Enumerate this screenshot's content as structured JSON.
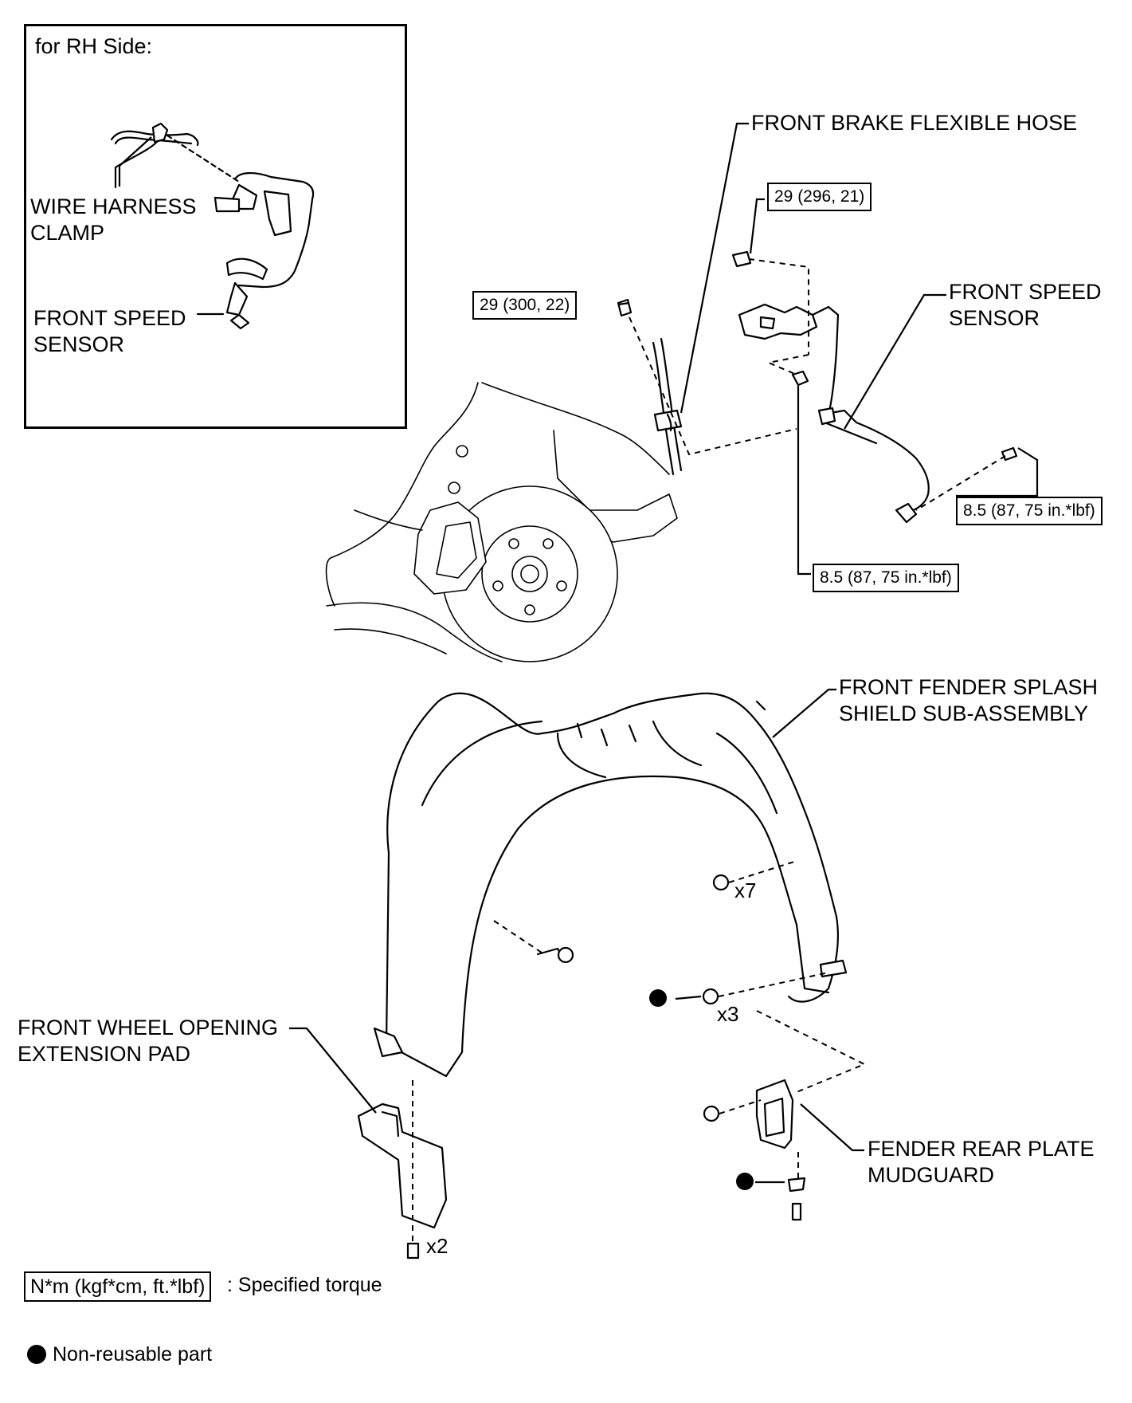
{
  "inset": {
    "title": "for RH Side:",
    "wire_harness_clamp": "WIRE HARNESS\nCLAMP",
    "front_speed_sensor": "FRONT SPEED\nSENSOR"
  },
  "labels": {
    "front_brake_flexible_hose": "FRONT BRAKE FLEXIBLE HOSE",
    "front_speed_sensor": "FRONT SPEED\nSENSOR",
    "front_fender_splash_shield": "FRONT FENDER SPLASH\nSHIELD SUB-ASSEMBLY",
    "front_wheel_opening_extension_pad": "FRONT WHEEL OPENING\nEXTENSION PAD",
    "fender_rear_plate_mudguard": "FENDER REAR PLATE\nMUDGUARD"
  },
  "torques": {
    "bracket_bolt": "29 (296, 21)",
    "hose_bolt": "29 (300, 22)",
    "sensor_bolt": "8.5 (87, 75 in.*lbf)",
    "bracket_nut": "8.5 (87, 75 in.*lbf)"
  },
  "quantities": {
    "clips_upper": "x7",
    "clips_lower": "x3",
    "screws_pad": "x2"
  },
  "legend": {
    "torque_box": "N*m (kgf*cm, ft.*lbf)",
    "torque_desc": ": Specified torque",
    "non_reusable": "Non-reusable part"
  }
}
